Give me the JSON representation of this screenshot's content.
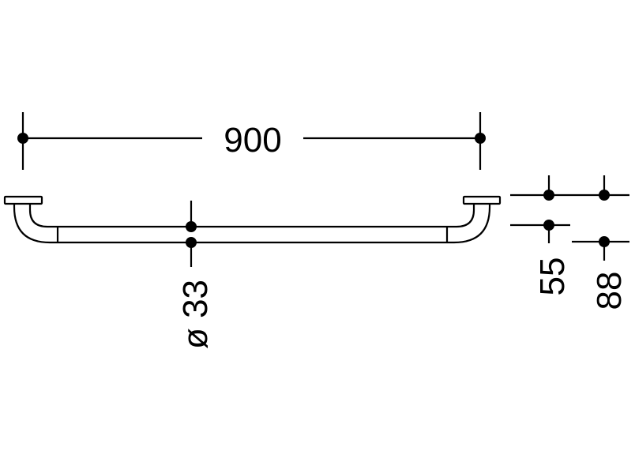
{
  "drawing": {
    "length_label": "900",
    "diameter_label": "ø 33",
    "depth_label_inner": "55",
    "depth_label_outer": "88",
    "colors": {
      "line": "#000000",
      "background": "#ffffff"
    }
  }
}
